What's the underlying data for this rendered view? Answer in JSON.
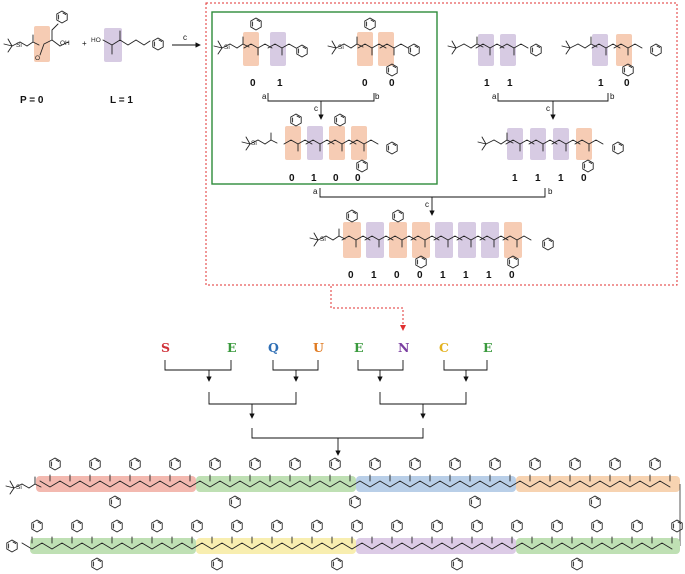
{
  "monomers": {
    "p_label": "P = 0",
    "l_label": "L = 1"
  },
  "reagent": "c",
  "atoms": {
    "silicon": "Si",
    "oxygen": "O",
    "hydroxyl": "OH",
    "hydroxy_prefix": "HO",
    "plus": "+"
  },
  "branch_labels": {
    "a": "a",
    "b": "b",
    "c": "c"
  },
  "dimers": {
    "d1_digits": [
      "0",
      "1"
    ],
    "d2_digits": [
      "0",
      "0"
    ],
    "d3_digits": [
      "1",
      "1"
    ],
    "d4_digits": [
      "1",
      "0"
    ]
  },
  "tetramers": {
    "t1_digits": [
      "0",
      "1",
      "0",
      "0"
    ],
    "t2_digits": [
      "1",
      "1",
      "1",
      "0"
    ]
  },
  "octamer_digits": [
    "0",
    "1",
    "0",
    "0",
    "1",
    "1",
    "1",
    "0"
  ],
  "sequence": {
    "letters": [
      "S",
      "E",
      "Q",
      "U",
      "E",
      "N",
      "C",
      "E"
    ],
    "colors": [
      "#d0323a",
      "#3a9a3e",
      "#2f6fb5",
      "#e07b22",
      "#3a9a3e",
      "#7a3ea0",
      "#e3b21f",
      "#3a9a3e"
    ]
  },
  "colors": {
    "p_highlight": "#f6ccb4",
    "l_highlight": "#d7cbe3",
    "green_box": "#2e8b3a",
    "red_dots": "#e03030",
    "band_red": "#f3b9b0",
    "band_green": "#bfe0b4",
    "band_blue": "#b9cfe8",
    "band_orange": "#f7d3b1",
    "band_yellow": "#f8eeb0",
    "band_purple": "#dccbe6"
  }
}
